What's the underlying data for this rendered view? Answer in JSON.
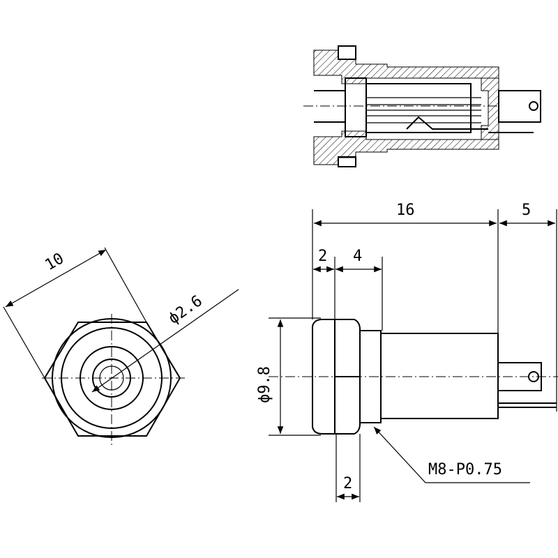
{
  "dimensions": {
    "hex_width": "10",
    "hole_diameter": "ϕ2.6",
    "body_length": "16",
    "terminal_length": "5",
    "flange_thickness": "2",
    "nut_thickness": "4",
    "body_diameter": "ϕ9.8",
    "thread_label": "M8-P0.75",
    "bottom_thickness": "2"
  }
}
